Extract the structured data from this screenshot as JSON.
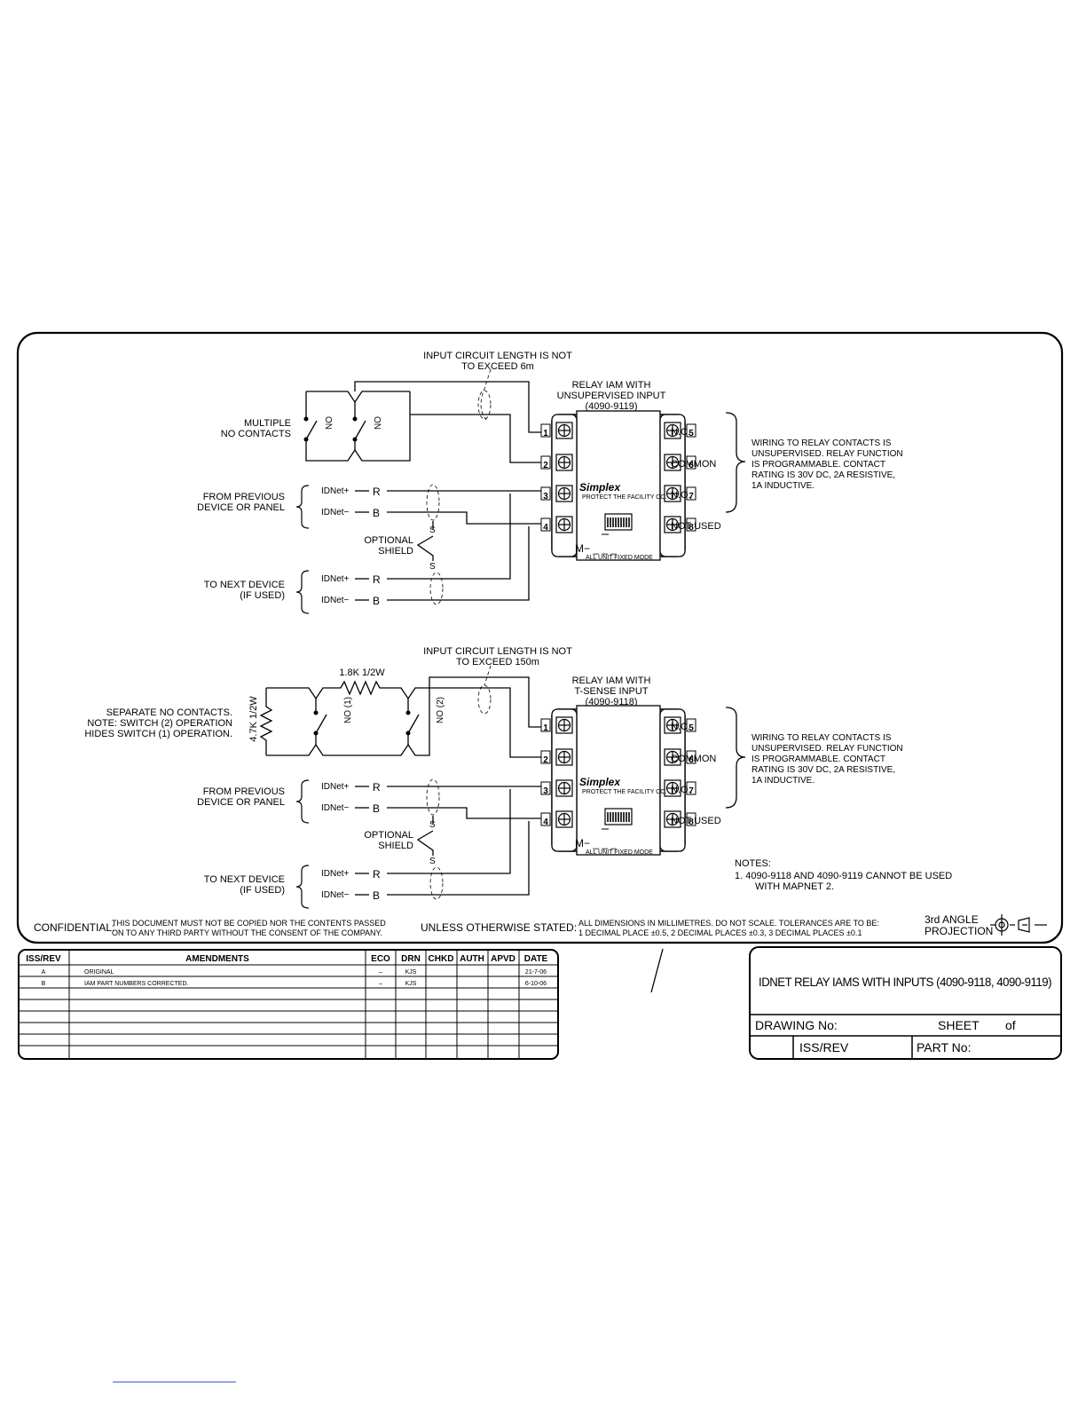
{
  "diagram1": {
    "note_top_1": "INPUT CIRCUIT LENGTH IS NOT",
    "note_top_2": "TO EXCEED 6m",
    "module_1": "RELAY IAM WITH",
    "module_2": "UNSUPERVISED INPUT",
    "module_3": "(4090-9119)",
    "contacts_1": "MULTIPLE",
    "contacts_2": "NO CONTACTS",
    "no_label": "NO",
    "from_1": "FROM PREVIOUS",
    "from_2": "DEVICE OR PANEL",
    "idnet_plus": "IDNet+",
    "idnet_minus": "IDNet−",
    "r": "R",
    "b": "B",
    "s": "S",
    "shield_1": "OPTIONAL",
    "shield_2": "SHIELD",
    "next_1": "TO NEXT DEVICE",
    "next_2": "(IF USED)",
    "brand": "Simplex",
    "brand_sub": "PROTECT THE FACILITY CO.",
    "m_label": "M− _ _ _",
    "m_sub": "ALL UNIT FIXED MODE",
    "terminals": [
      "1",
      "2",
      "3",
      "4",
      "5",
      "6",
      "7",
      "8"
    ],
    "out_nc": "N.C.",
    "out_common": "COMMON",
    "out_no": "N.O.",
    "out_not_used": "NOT USED",
    "wiring_1": "WIRING TO RELAY CONTACTS IS",
    "wiring_2": "UNSUPERVISED. RELAY FUNCTION",
    "wiring_3": "IS PROGRAMMABLE. CONTACT",
    "wiring_4": "RATING IS 30V DC, 2A RESISTIVE,",
    "wiring_5": "1A INDUCTIVE."
  },
  "diagram2": {
    "note_top_1": "INPUT CIRCUIT LENGTH IS NOT",
    "note_top_2": "TO EXCEED 150m",
    "module_1": "RELAY IAM WITH",
    "module_2": "T-SENSE INPUT",
    "module_3": "(4090-9118)",
    "resistor_top": "1.8K 1/2W",
    "resistor_left": "4.7K 1/2W",
    "sep_1": "SEPARATE NO CONTACTS.",
    "sep_2": "NOTE: SWITCH (2) OPERATION",
    "sep_3": "HIDES SWITCH (1) OPERATION.",
    "no1": "NO (1)",
    "no2": "NO (2)"
  },
  "notes": {
    "heading": "NOTES:",
    "line1": "1.   4090-9118 AND 4090-9119 CANNOT BE USED",
    "line2": "WITH MAPNET 2."
  },
  "footer": {
    "confidential": "CONFIDENTIAL:",
    "conf_1": "THIS DOCUMENT MUST NOT BE COPIED NOR THE CONTENTS PASSED",
    "conf_2": "ON TO ANY THIRD PARTY WITHOUT THE CONSENT OF THE COMPANY.",
    "unless": "UNLESS OTHERWISE STATED:",
    "dims_1": "ALL DIMENSIONS IN MILLIMETRES. DO NOT SCALE. TOLERANCES ARE TO BE:",
    "dims_2": "1 DECIMAL PLACE ±0.5, 2 DECIMAL PLACES ±0.3, 3 DECIMAL PLACES ±0.1",
    "proj_1": "3rd ANGLE",
    "proj_2": "PROJECTION"
  },
  "revision_table": {
    "headers": [
      "ISS/REV",
      "AMENDMENTS",
      "ECO",
      "DRN",
      "CHKD",
      "AUTH",
      "APVD",
      "DATE"
    ],
    "rows": [
      [
        "A",
        "ORIGINAL",
        "–",
        "KJS",
        "",
        "",
        "",
        "21-7-06"
      ],
      [
        "B",
        "IAM PART NUMBERS CORRECTED.",
        "–",
        "KJS",
        "",
        "",
        "",
        "6-10-06"
      ]
    ]
  },
  "title_block": {
    "title": "IDNET RELAY IAMS WITH INPUTS (4090-9118, 4090-9119)",
    "drawing_no": "DRAWING  No:",
    "sheet": "SHEET",
    "of": "of",
    "iss_rev": "ISS/REV",
    "part_no": "PART  No:"
  }
}
